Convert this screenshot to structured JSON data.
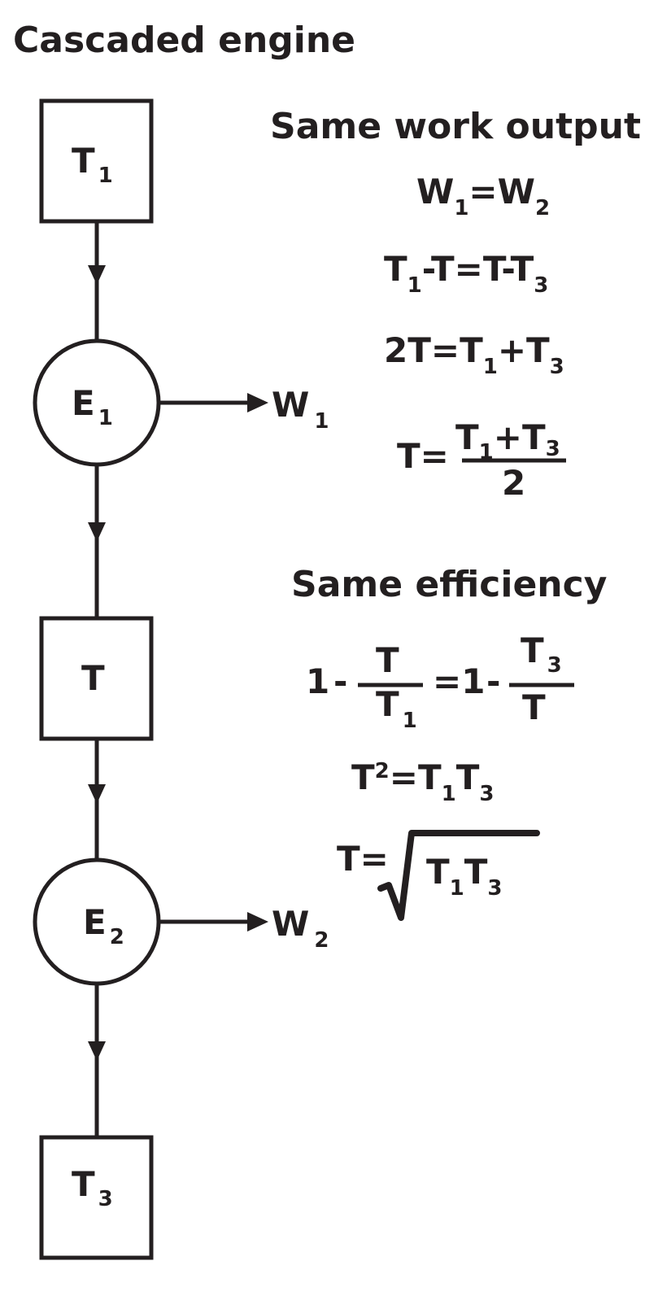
{
  "title": "Cascaded engine",
  "nodes": {
    "reservoir_hot": {
      "label": "T",
      "sub": "1"
    },
    "engine_1": {
      "label": "E",
      "sub": "1"
    },
    "reservoir_mid": {
      "label": "T"
    },
    "engine_2": {
      "label": "E",
      "sub": "2"
    },
    "reservoir_cold": {
      "label": "T",
      "sub": "3"
    }
  },
  "outputs": {
    "work_1": {
      "label": "W",
      "sub": "1"
    },
    "work_2": {
      "label": "W",
      "sub": "2"
    }
  },
  "sections": {
    "same_work": {
      "heading": "Same work output",
      "eq1": {
        "a": "W",
        "a_sub": "1",
        "b": "=W",
        "b_sub": "2"
      },
      "eq2": {
        "a": "T",
        "a_sub": "1",
        "b": "-T=T-T",
        "b_sub": "3"
      },
      "eq3": {
        "a": "2T=T",
        "a_sub": "1",
        "b": "+T",
        "b_sub": "3"
      },
      "eq4": {
        "lhs": "T=",
        "num_a": "T",
        "num_a_sub": "1",
        "num_b": "+T",
        "num_b_sub": "3",
        "den": "2"
      }
    },
    "same_efficiency": {
      "heading": "Same efficiency",
      "eq1": {
        "one_a": "1",
        "minus_a": "-",
        "num_a": "T",
        "den_a": "T",
        "den_a_sub": "1",
        "mid": "=1",
        "minus_b": "-",
        "num_b": "T",
        "num_b_sub": "3",
        "den_b": "T"
      },
      "eq2": {
        "a": "T",
        "a_sup": "2",
        "b": "=T",
        "b_sub": "1",
        "c": "T",
        "c_sub": "3"
      },
      "eq3": {
        "lhs": "T=",
        "a": "T",
        "a_sub": "1",
        "b": "T",
        "b_sub": "3"
      }
    }
  }
}
